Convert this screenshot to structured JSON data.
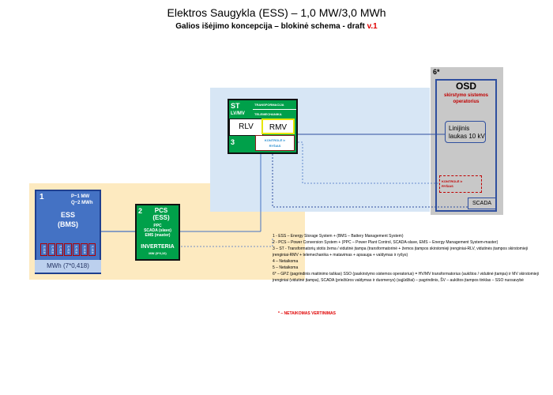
{
  "header": {
    "title": "Elektros Saugykla (ESS) – 1,0 MW/3,0 MWh",
    "subtitle": "Galios išėjimo koncepcija – blokinė schema - draft",
    "version": "v.1"
  },
  "ess": {
    "number": "1",
    "power_p": "P~1 MW",
    "power_q": "Q~2 MWh",
    "name": "ESS",
    "sub": "(BMS)",
    "modules": [
      "0,418",
      "0,418",
      "0,418",
      "0,418",
      "0,418",
      "0,418",
      "0,418"
    ],
    "capacity": "MWh (7*0,418)"
  },
  "pcs": {
    "number": "2",
    "name": "PCS",
    "sub": "(ESS)",
    "ppc": "PPC",
    "scada": "SCADA (slave)",
    "ems": "EMS (master)",
    "inverter": "INVERTERIA",
    "inverter_sub": "MW (0*0,10)"
  },
  "st": {
    "label": "ST",
    "lvmv": "LV/MV",
    "transformacija": "TRANSFORMACIJA",
    "telemechanika": "TELEMECHANIKA",
    "rlv": "RLV",
    "rmv": "RMV",
    "number": "3",
    "kontrole_1": "KONTROLĖ ir",
    "kontrole_2": "RYŠIAS"
  },
  "osd": {
    "number": "6*",
    "title": "OSD",
    "sub_1": "skirstymo sistemos",
    "sub_2": "operatorius",
    "linijinis_1": "Linijinis",
    "linijinis_2": "laukas 10 kV",
    "kontrole_1": "KONTROLĖ ir",
    "kontrole_2": "RYŠIAS",
    "scada": "SCADA"
  },
  "legend": [
    "1 - ESS – Energy Storage System + (BMS – Battery Management System)",
    "2 - PCS – Power Conversion System + (PPC – Power Plant Control, SCADA-slave, EMS – Energy Management System-master)",
    "3 – ST - Transformatorių stotis žema / vidutinė įtampa (transformatorinė + žemos įtampos skirstomieji įrenginiai-RLV, vidutinės įtampos skirstomieji įrenginiai-RMV + telemechanika + matavimas + apsauga + valdymas ir ryšys)",
    "4 – Netaikoma",
    "5 – Netaikoma",
    "6* – GPZ (pagrindinis maitinimo taškas) SSO (paskirstymo sistemos operatorius) = HV/MV transformatorius (aukštos / vidutinė įtampa) ir MV skirstomieji įrenginiai (vidutinė įtampa), SCADA (priežiūros valdymas ir duomenys) (sąjūdžiai) – pagrindinis, ŠV – aukštos įtampos tinklas – SSO nuosavybė"
  ],
  "note": "* – NETAIKOMAS VERTINIMAS",
  "colors": {
    "ess": "#4472c4",
    "pcs": "#00a04a",
    "st": "#00a04a",
    "lv_zone": "#fdeac0",
    "mv_zone": "#d7e6f5",
    "osd_zone": "#c8c8c8",
    "accent_red": "#e00000"
  }
}
